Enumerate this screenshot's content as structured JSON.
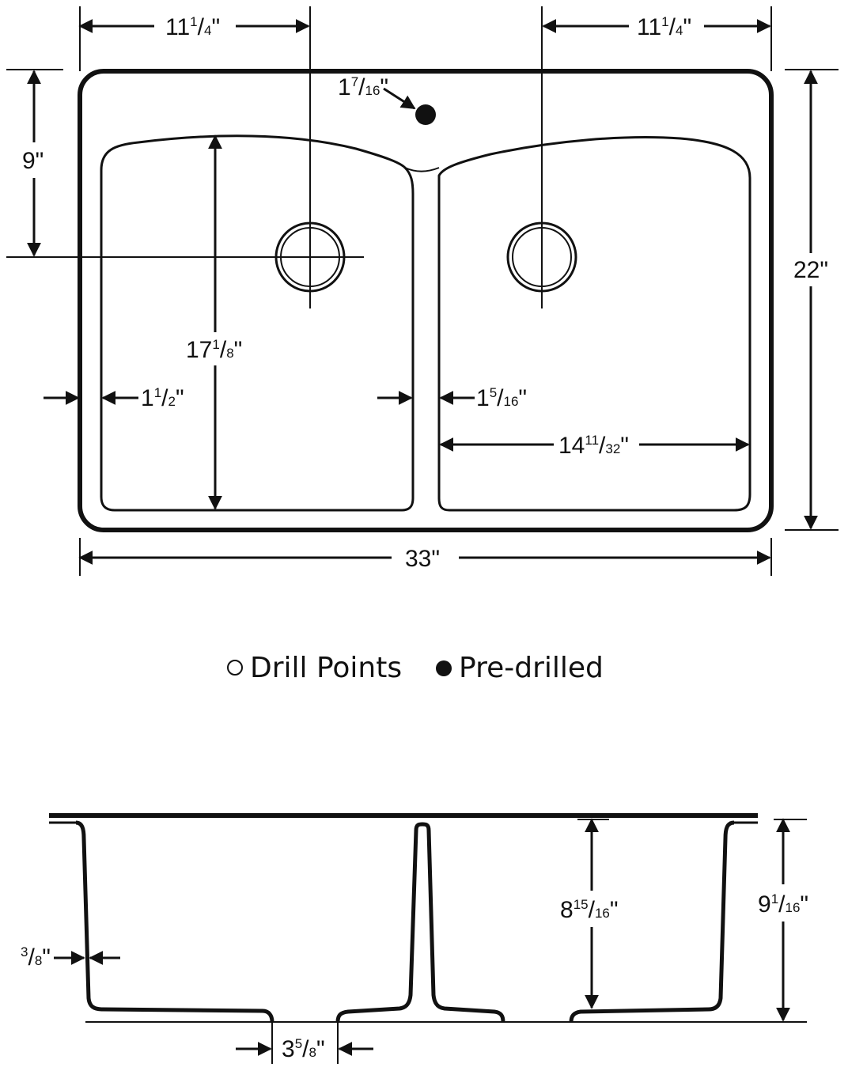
{
  "top_view": {
    "dim_left_hole_offset": {
      "whole": "11",
      "num": "1",
      "den": "4",
      "unit": "\""
    },
    "dim_right_hole_offset": {
      "whole": "11",
      "num": "1",
      "den": "4",
      "unit": "\""
    },
    "dim_predrilled": {
      "whole": "1",
      "num": "7",
      "den": "16",
      "unit": "\""
    },
    "dim_drain_from_back": "9\"",
    "dim_depth": "22\"",
    "dim_bowl_length": {
      "whole": "17",
      "num": "1",
      "den": "8",
      "unit": "\""
    },
    "dim_side_rim": {
      "whole": "1",
      "num": "1",
      "den": "2",
      "unit": "\""
    },
    "dim_divider": {
      "whole": "1",
      "num": "5",
      "den": "16",
      "unit": "\""
    },
    "dim_bowl_width": {
      "whole": "14",
      "num": "11",
      "den": "32",
      "unit": "\""
    },
    "dim_width": "33\""
  },
  "legend": {
    "drill_points": "Drill Points",
    "pre_drilled": "Pre-drilled"
  },
  "side_view": {
    "dim_wall": {
      "whole": "",
      "num": "3",
      "den": "8",
      "unit": "\""
    },
    "dim_bowl_depth": {
      "whole": "8",
      "num": "15",
      "den": "16",
      "unit": "\""
    },
    "dim_total_height": {
      "whole": "9",
      "num": "1",
      "den": "16",
      "unit": "\""
    },
    "dim_drain_gap": {
      "whole": "3",
      "num": "5",
      "den": "8",
      "unit": "\""
    }
  }
}
